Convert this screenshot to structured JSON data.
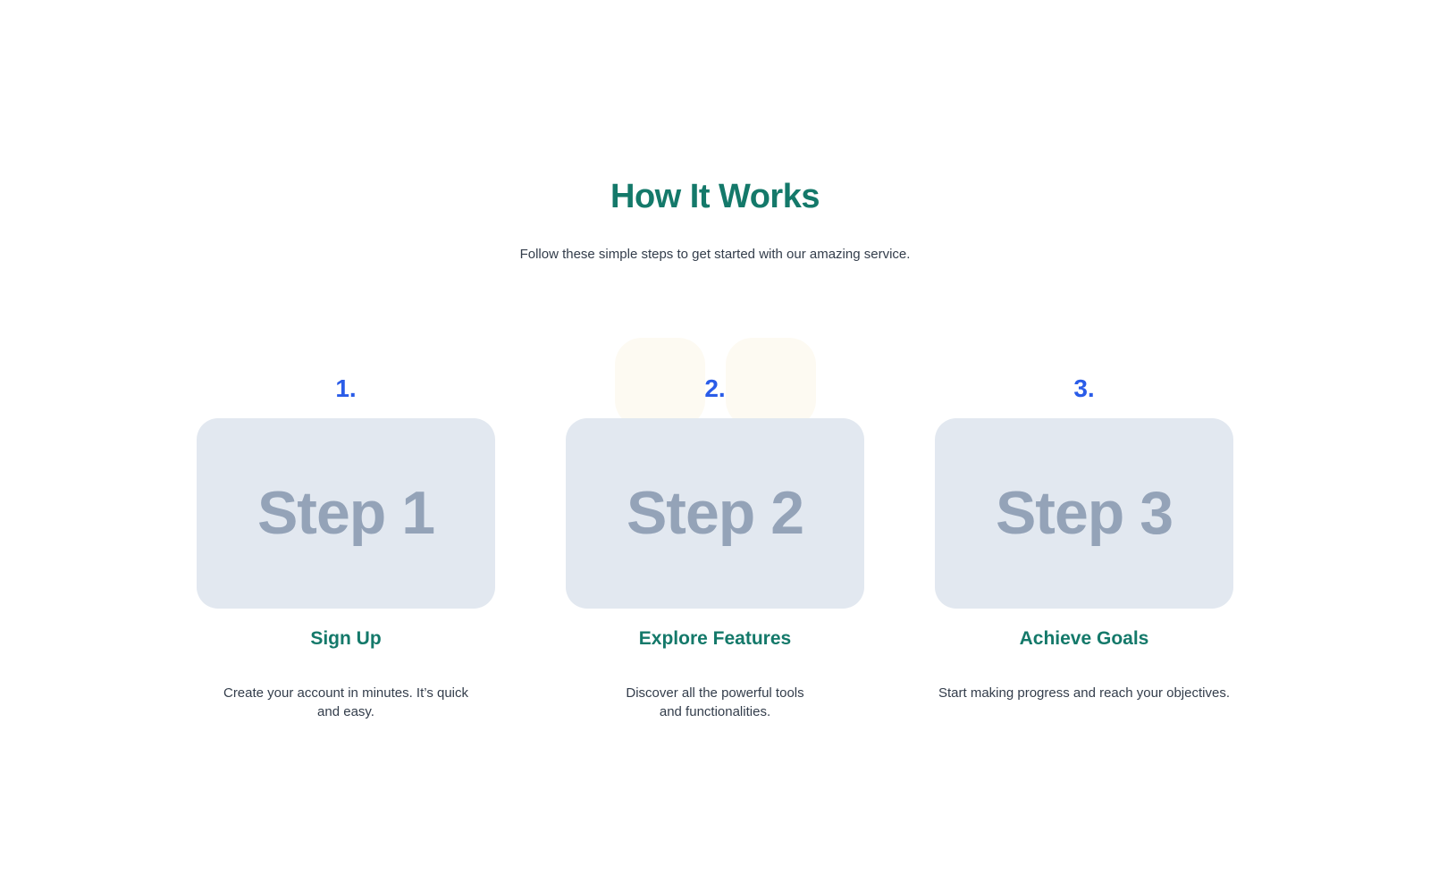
{
  "colors": {
    "page-bg": "#FFFFFF",
    "teal": "#14796A",
    "blue": "#2A5CE8",
    "navy": "#333D4B",
    "card-bg": "#E2E8F0",
    "card-text": "#94A3B8",
    "decor": "#FDFAF2"
  },
  "section": {
    "title": "How It Works",
    "subtitle": "Follow these simple steps to get started with our amazing service.",
    "steps": [
      {
        "number": "1.",
        "placeholder_label": "Step 1",
        "heading": "Sign Up",
        "description": "Create your account in minutes. It’s quick\nand easy."
      },
      {
        "number": "2.",
        "placeholder_label": "Step 2",
        "heading": "Explore Features",
        "description": "Discover all the powerful tools\nand functionalities."
      },
      {
        "number": "3.",
        "placeholder_label": "Step 3",
        "heading": "Achieve Goals",
        "description": "Start making progress and reach your objectives."
      }
    ]
  }
}
